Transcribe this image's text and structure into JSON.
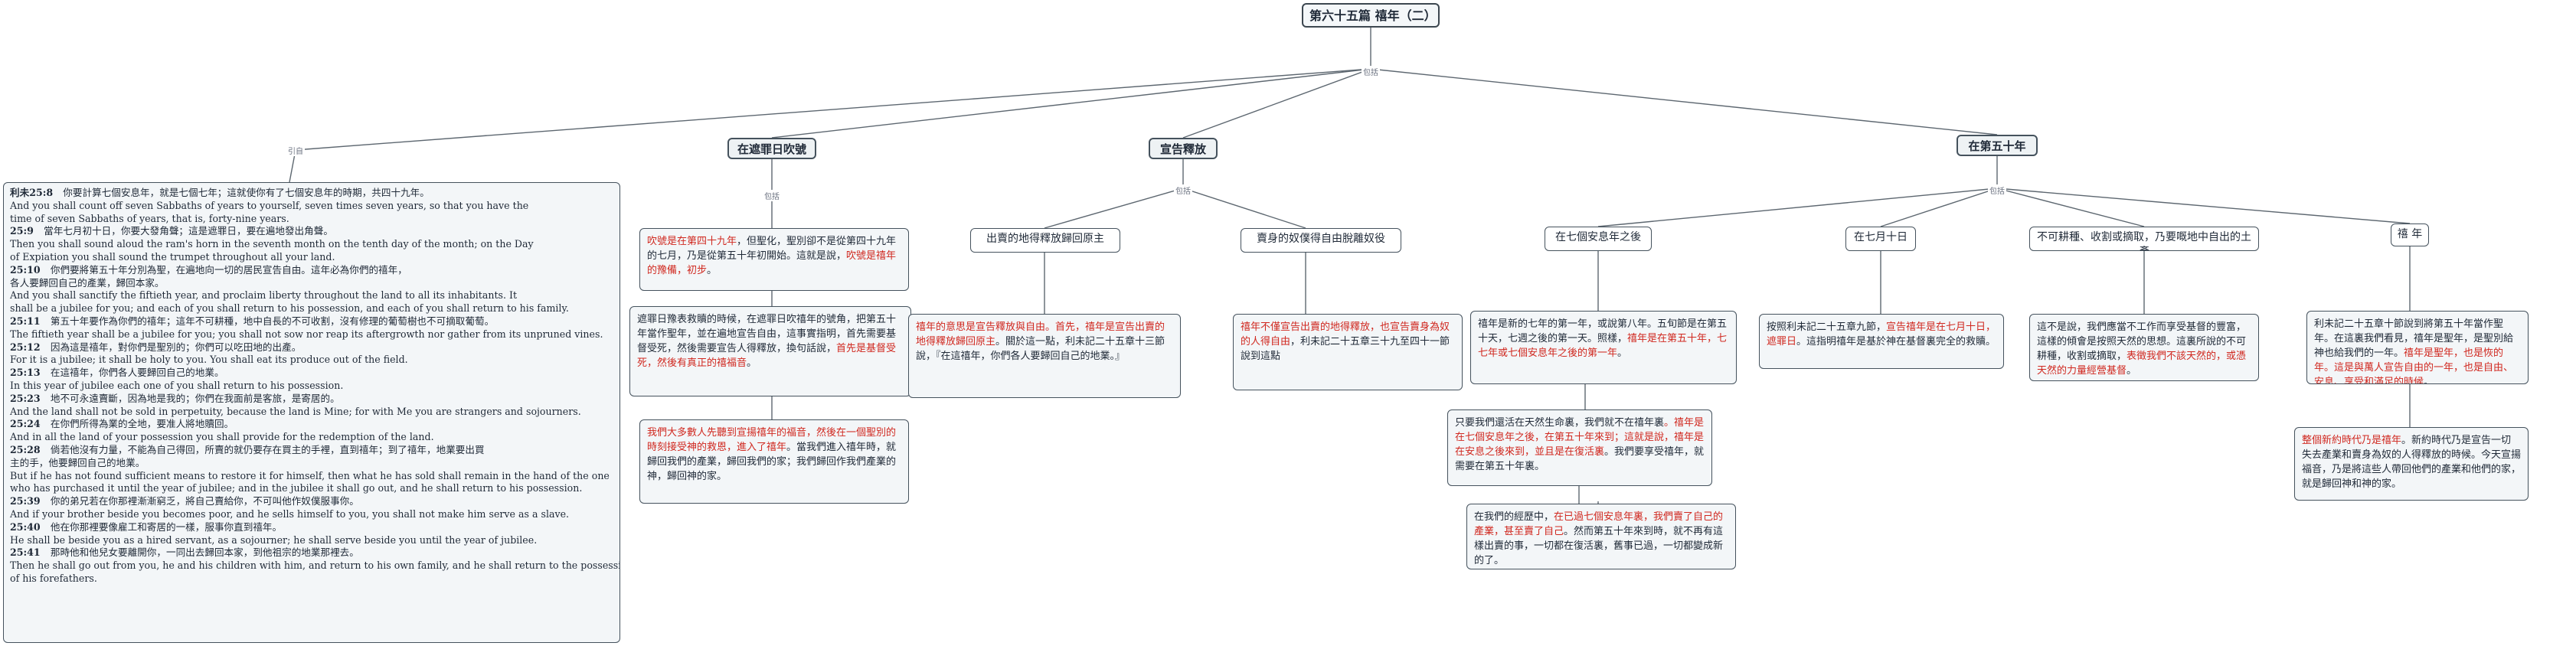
{
  "title": "第六十五篇 禧年（二）",
  "labels": {
    "included": "包括",
    "cited": "引自"
  },
  "verses": [
    {
      "ref": "利未25:8",
      "zh": "你要計算七個安息年，就是七個七年；這就使你有了七個安息年的時期，共四十九年。"
    },
    {
      "ref": "",
      "en": "And you shall count off seven Sabbaths of years to yourself, seven times seven years, so that you have the"
    },
    {
      "ref": "",
      "en": "time of seven Sabbaths of years, that is, forty-nine years."
    },
    {
      "ref": "25:9",
      "zh": "當年七月初十日，你要大發角聲；這是遮罪日，要在遍地發出角聲。"
    },
    {
      "ref": "",
      "en": "Then you shall sound aloud the ram's horn in the seventh month on the tenth day of the month; on the Day"
    },
    {
      "ref": "",
      "en": "of Expiation you shall sound the trumpet throughout all your land."
    },
    {
      "ref": "25:10",
      "zh": "你們要將第五十年分別為聖，在遍地向一切的居民宣告自由。這年必為你們的禧年，"
    },
    {
      "ref": "",
      "zh": "各人要歸回自己的產業，歸回本家。"
    },
    {
      "ref": "",
      "en": "And you shall sanctify the fiftieth year, and proclaim liberty throughout the land to all its inhabitants. It"
    },
    {
      "ref": "",
      "en": "shall be a jubilee for you; and each of you shall return to his possession, and each of you shall return to his family."
    },
    {
      "ref": "25:11",
      "zh": "第五十年要作為你們的禧年；這年不可耕種，地中自長的不可收割，沒有修理的葡萄樹也不可摘取葡萄。"
    },
    {
      "ref": "",
      "en": "The fiftieth year shall be a jubilee for you; you shall not sow nor reap its aftergrowth nor gather from its unpruned vines."
    },
    {
      "ref": "25:12",
      "zh": "因為這是禧年，對你們是聖別的；你們可以吃田地的出產。"
    },
    {
      "ref": "",
      "en": "For it is a jubilee; it shall be holy to you. You shall eat its produce out of the field."
    },
    {
      "ref": "25:13",
      "zh": "在這禧年，你們各人要歸回自己的地業。"
    },
    {
      "ref": "",
      "en": "In this year of jubilee each one of you shall return to his possession."
    },
    {
      "ref": "25:23",
      "zh": "地不可永遠賣斷，因為地是我的；你們在我面前是客旅，是寄居的。"
    },
    {
      "ref": "",
      "en": "And the land shall not be sold in perpetuity, because the land is Mine; for with Me you are strangers and sojourners."
    },
    {
      "ref": "25:24",
      "zh": "在你們所得為業的全地，要准人將地贖回。"
    },
    {
      "ref": "",
      "en": "And in all the land of your possession you shall provide for the redemption of the land."
    },
    {
      "ref": "25:28",
      "zh": "倘若他沒有力量，不能為自己得回，所賣的就仍要存在買主的手裡，直到禧年；到了禧年，地業要出買"
    },
    {
      "ref": "",
      "zh": "主的手，他要歸回自己的地業。"
    },
    {
      "ref": "",
      "en": "But if he has not found sufficient means to restore it for himself, then what he has sold shall remain in the hand of the one"
    },
    {
      "ref": "",
      "en": " who has purchased it until the year of jubilee; and in the jubilee it shall go out, and he shall return to his possession."
    },
    {
      "ref": "25:39",
      "zh": "你的弟兄若在你那裡漸漸窮乏，將自己賣給你，不可叫他作奴僕服事你。"
    },
    {
      "ref": "",
      "en": "And if your brother beside you becomes poor, and he sells himself to you, you shall not make him serve as a slave."
    },
    {
      "ref": "25:40",
      "zh": "他在你那裡要像雇工和寄居的一樣，服事你直到禧年。"
    },
    {
      "ref": "",
      "en": "He shall be beside you as a hired servant, as a sojourner; he shall serve beside you until the year of jubilee."
    },
    {
      "ref": "25:41",
      "zh": "那時他和他兒女要離開你，一同出去歸回本家，到他祖宗的地業那裡去。"
    },
    {
      "ref": "",
      "en": "Then he shall go out from you, he and his children with him, and return to his own family, and he shall return to the possession"
    },
    {
      "ref": "",
      "en": "of his forefathers."
    }
  ],
  "branches": {
    "b1": {
      "title": "在遮罪日吹號",
      "n1": {
        "red": "吹號是在第四十九年",
        "t1": "，但聖化，聖別卻不是從第四十九年的七月，乃是從第五十年初開始。這就是說，",
        "red2": "吹號是禧年的豫備，初步",
        "t2": "。"
      },
      "n2": {
        "t1": "遮罪日豫表救贖的時候，在遮罪日吹禧年的號角，把第五十年當作聖年，並在遍地宣告自由，這事實指明，首先需要基督受死，然後需要宣告人得釋放，換句話說，",
        "red": "首先是基督受死，然後有真正的禧福音",
        "t2": "。"
      },
      "n3": {
        "red": "我們大多數人先聽到宣揚禧年的福音，然後在一個聖別的時刻接受神的救恩，進入了禧年",
        "t1": "。當我們進入禧年時，就歸回我們的產業，歸回我們的家；我們歸回作我們產業的神，歸回神的家。"
      }
    },
    "b2": {
      "title": "宣告釋放",
      "c1": {
        "title": "出賣的地得釋放歸回原主",
        "text": {
          "red": "禧年的意思是宣告釋放與自由。首先，禧年是宣告出賣的地得釋放歸回原主",
          "t1": "。關於這一點，利未記二十五章十三節說，『在這禧年，你們各人要歸回自己的地業。』"
        }
      },
      "c2": {
        "title": "賣身的奴僕得自由脫離奴役",
        "text": {
          "red": "禧年不僅宣告出賣的地得釋放，也宣告賣身為奴的人得自由",
          "t1": "，利未記二十五章三十九至四十一節說到這點"
        }
      }
    },
    "b3": {
      "title": "在第五十年",
      "c1": {
        "title": "在七個安息年之後",
        "t1": {
          "t1": "禧年是新的七年的第一年，或說第八年。五旬節是在第五十天，七週之後的第一天。照樣，",
          "red": "禧年是在第五十年，七七年或七個安息年之後的第一年",
          "t2": "。"
        },
        "t2": {
          "t1": "只要我們還活在天然生命裏，我們就不在禧年裏",
          "red": "。禧年是在七個安息年之後，在第五十年來到；這就是說，禧年是在安息之後來到，並且是在復活裏",
          "t2": "。我們要享受禧年，就需要在第五十年裏。"
        },
        "t3": {
          "t1": "在我們的經歷中，",
          "red": "在已過七個安息年裏，我們賣了自己的產業，甚至賣了自己",
          "t2": "。然而第五十年來到時，就不再有這樣出賣的事，一切都在復活裏，舊事已過，一切都變成新的了。"
        }
      },
      "c2": {
        "title": "在七月十日",
        "text": {
          "t1": "按照利未記二十五章九節，",
          "red": "宣告禧年是在七月十日，遮罪日",
          "t2": "。這指明禧年是基於神在基督裏完全的救贖。"
        }
      },
      "c3": {
        "title": "不可耕種、收割或摘取，乃要嘅地中自出的土產",
        "text": {
          "t1": "這不是說，我們應當不工作而享受基督的豐富，這樣的傾會是按照天然的思想。這裏所說的不可耕種，收割或摘取，",
          "red": "表徵我們不該天然的，或憑天然的力量經營基督",
          "t2": "。"
        }
      },
      "c4": {
        "title": "禧 年",
        "t1": {
          "t1": "利未記二十五章十節說到將第五十年當作聖年。在這裏我們看見，禧年是聖年，是聖別給神也給我們的一年。",
          "red": "禧年是聖年，也是恢的年。這是與萬人宣告自由的一年，也是自由、安息、享受和滿足的時候",
          "t2": "。"
        },
        "t2": {
          "red": "整個新約時代乃是禧年",
          "t1": "。新約時代乃是宣告一切失去產業和賣身為奴的人得釋放的時候。今天宣揚福音，乃是將這些人帶回他們的產業和他們的家，就是歸回神和神的家。"
        }
      }
    }
  }
}
